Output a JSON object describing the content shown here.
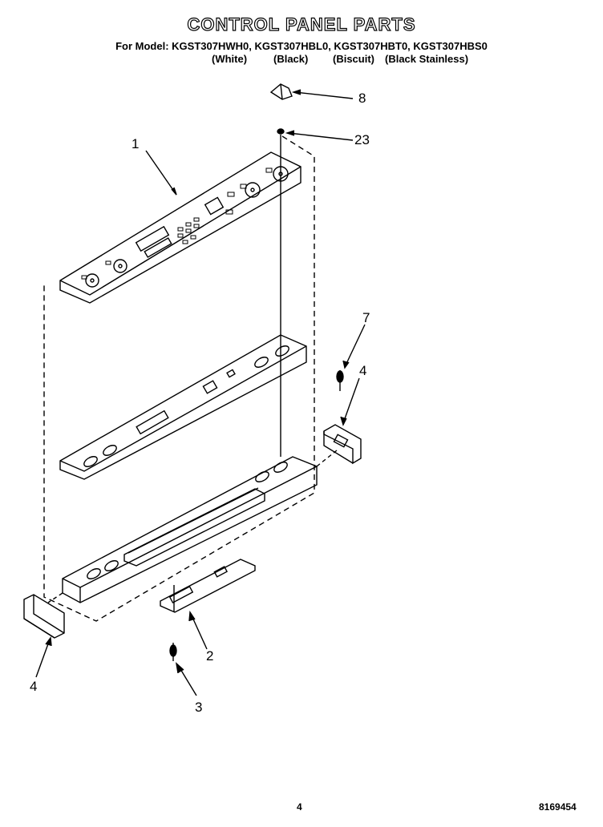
{
  "header": {
    "title": "CONTROL PANEL PARTS",
    "models": "For Model: KGST307HWH0, KGST307HBL0, KGST307HBT0, KGST307HBS0",
    "variants": [
      "(White)",
      "(Black)",
      "(Biscuit)",
      "(Black Stainless)"
    ]
  },
  "callouts": {
    "c1": "1",
    "c2": "2",
    "c3": "3",
    "c4_left": "4",
    "c4_right": "4",
    "c7": "7",
    "c8": "8",
    "c23": "23"
  },
  "footer": {
    "page_number": "4",
    "document_number": "8169454"
  }
}
